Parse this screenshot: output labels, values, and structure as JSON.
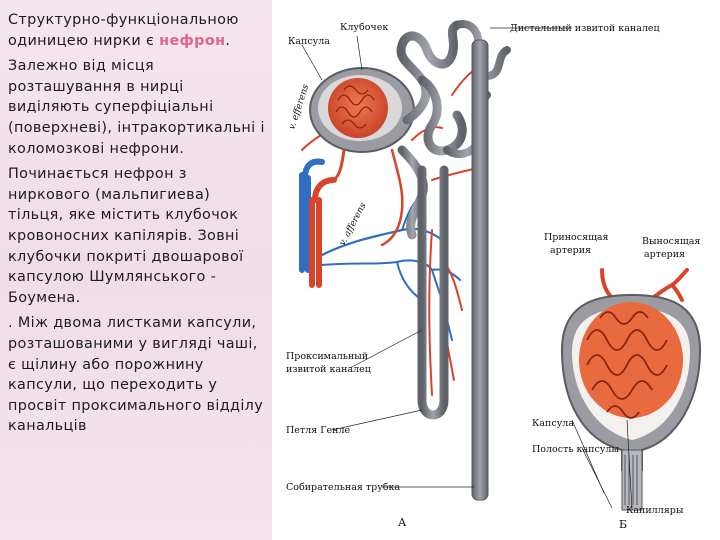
{
  "text": {
    "p1_before": "Структурно-функціональною одиницею нирки є ",
    "p1_highlight": "нефрон",
    "p1_after": ".",
    "p2": "Залежно від місця розташування в нирці виділяють суперфіціальні (поверхневі), інтракортикальні і коломозкові нефрони.",
    "p3": "Починається нефрон з ниркового (мальпигиева) тільця, яке містить клубочок кровоносних капілярів. Зовні клубочки покриті двошарової капсулою Шумлянського - Боумена.",
    "p4": ". Між двома листками капсули, розташованими у вигляді чаші, є щілину або порожнину капсули, що переходить у просвіт проксимального відділу канальців"
  },
  "figure": {
    "labels": {
      "glomerulus": "Клубочек",
      "capsule_a": "Капсула",
      "distal": "Дистальный извитой каналец",
      "vas_efferens": "v. efferens",
      "vas_afferens": "v. afferens",
      "proximal_1": "Проксимальный",
      "proximal_2": "извитой каналец",
      "henle": "Петля Генле",
      "collecting": "Собирательная трубка",
      "afferent_1": "Приносящая",
      "afferent_2": "артерия",
      "efferent_1": "Выносящая",
      "efferent_2": "артерия",
      "capsule_b": "Капсула",
      "cavity": "Полость капсулы",
      "capillaries": "Капилляры",
      "panel_a": "А",
      "panel_b": "Б"
    }
  },
  "colors": {
    "highlight": "#e0658a",
    "tubule": "#7d7f86",
    "artery": "#d8442a",
    "vein": "#2f6fc2",
    "panel_bg": "#f2e2ec"
  }
}
